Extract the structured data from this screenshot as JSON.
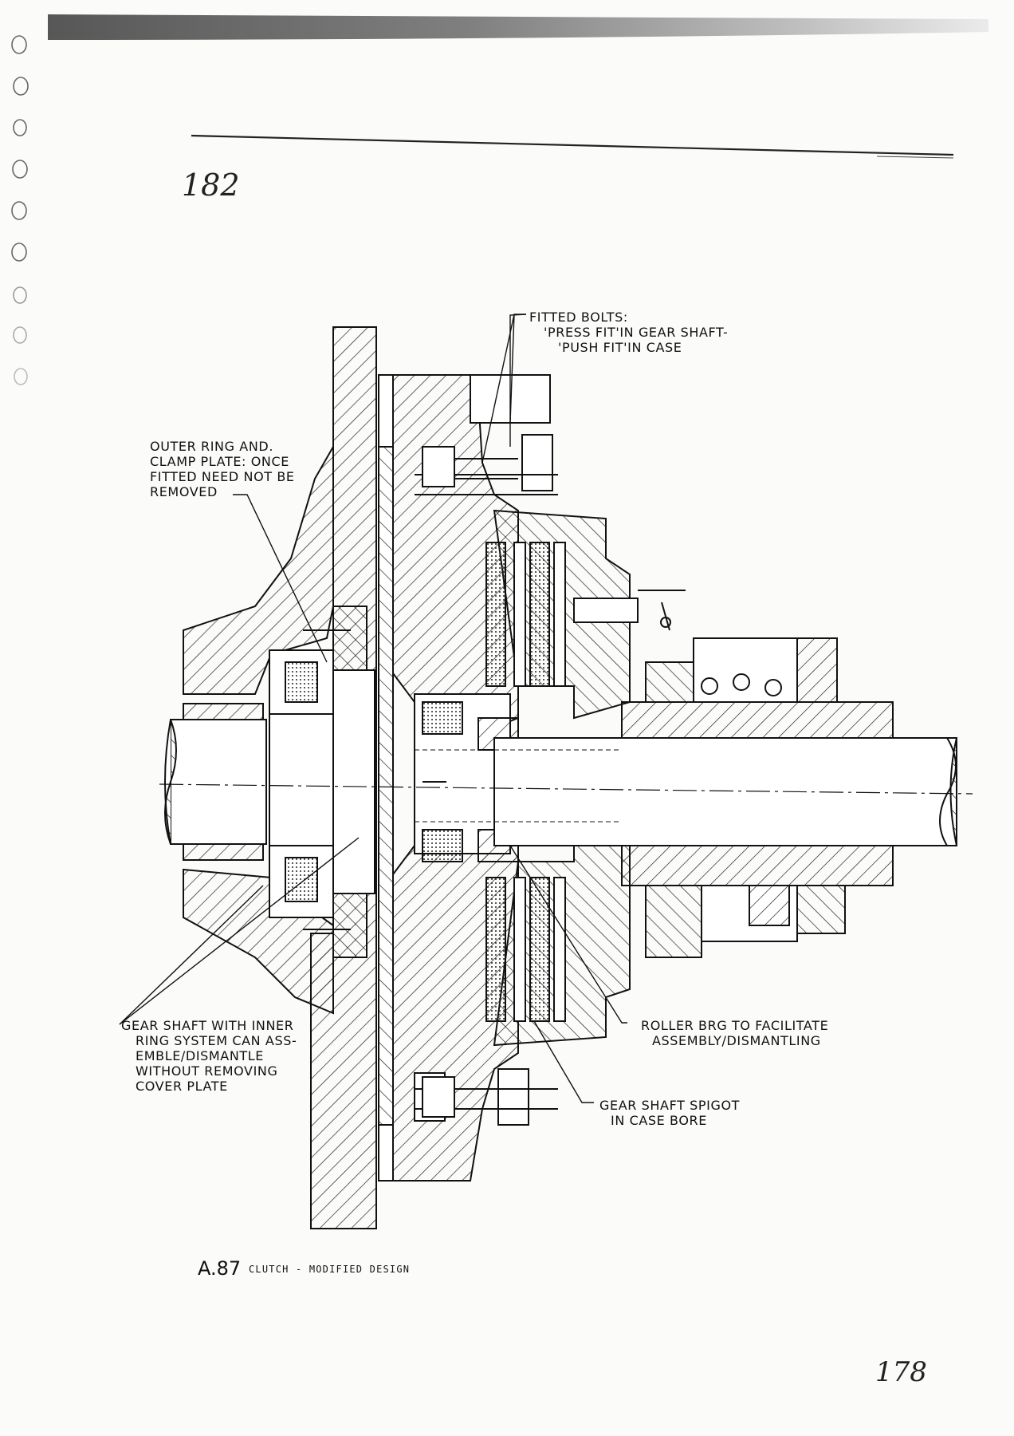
{
  "page": {
    "handwritten_page_ref": "182",
    "handwritten_page_number": "178"
  },
  "labels": {
    "fitted_bolts": [
      "FITTED BOLTS:",
      "'PRESS FIT'IN GEAR SHAFT-",
      "'PUSH FIT'IN CASE"
    ],
    "outer_ring": [
      "OUTER RING AND.",
      "CLAMP PLATE: ONCE",
      "FITTED NEED NOT BE",
      "REMOVED"
    ],
    "gear_shaft": [
      "GEAR SHAFT WITH INNER",
      "RING SYSTEM CAN ASS-",
      "EMBLE/DISMANTLE",
      "WITHOUT REMOVING",
      "COVER PLATE"
    ],
    "roller_brg": [
      "ROLLER BRG TO FACILITATE",
      "ASSEMBLY/DISMANTLING"
    ],
    "spigot": [
      "GEAR SHAFT SPIGOT",
      "IN CASE BORE"
    ]
  },
  "caption": {
    "figure_number": "A.87",
    "title": "CLUTCH - MODIFIED DESIGN"
  }
}
